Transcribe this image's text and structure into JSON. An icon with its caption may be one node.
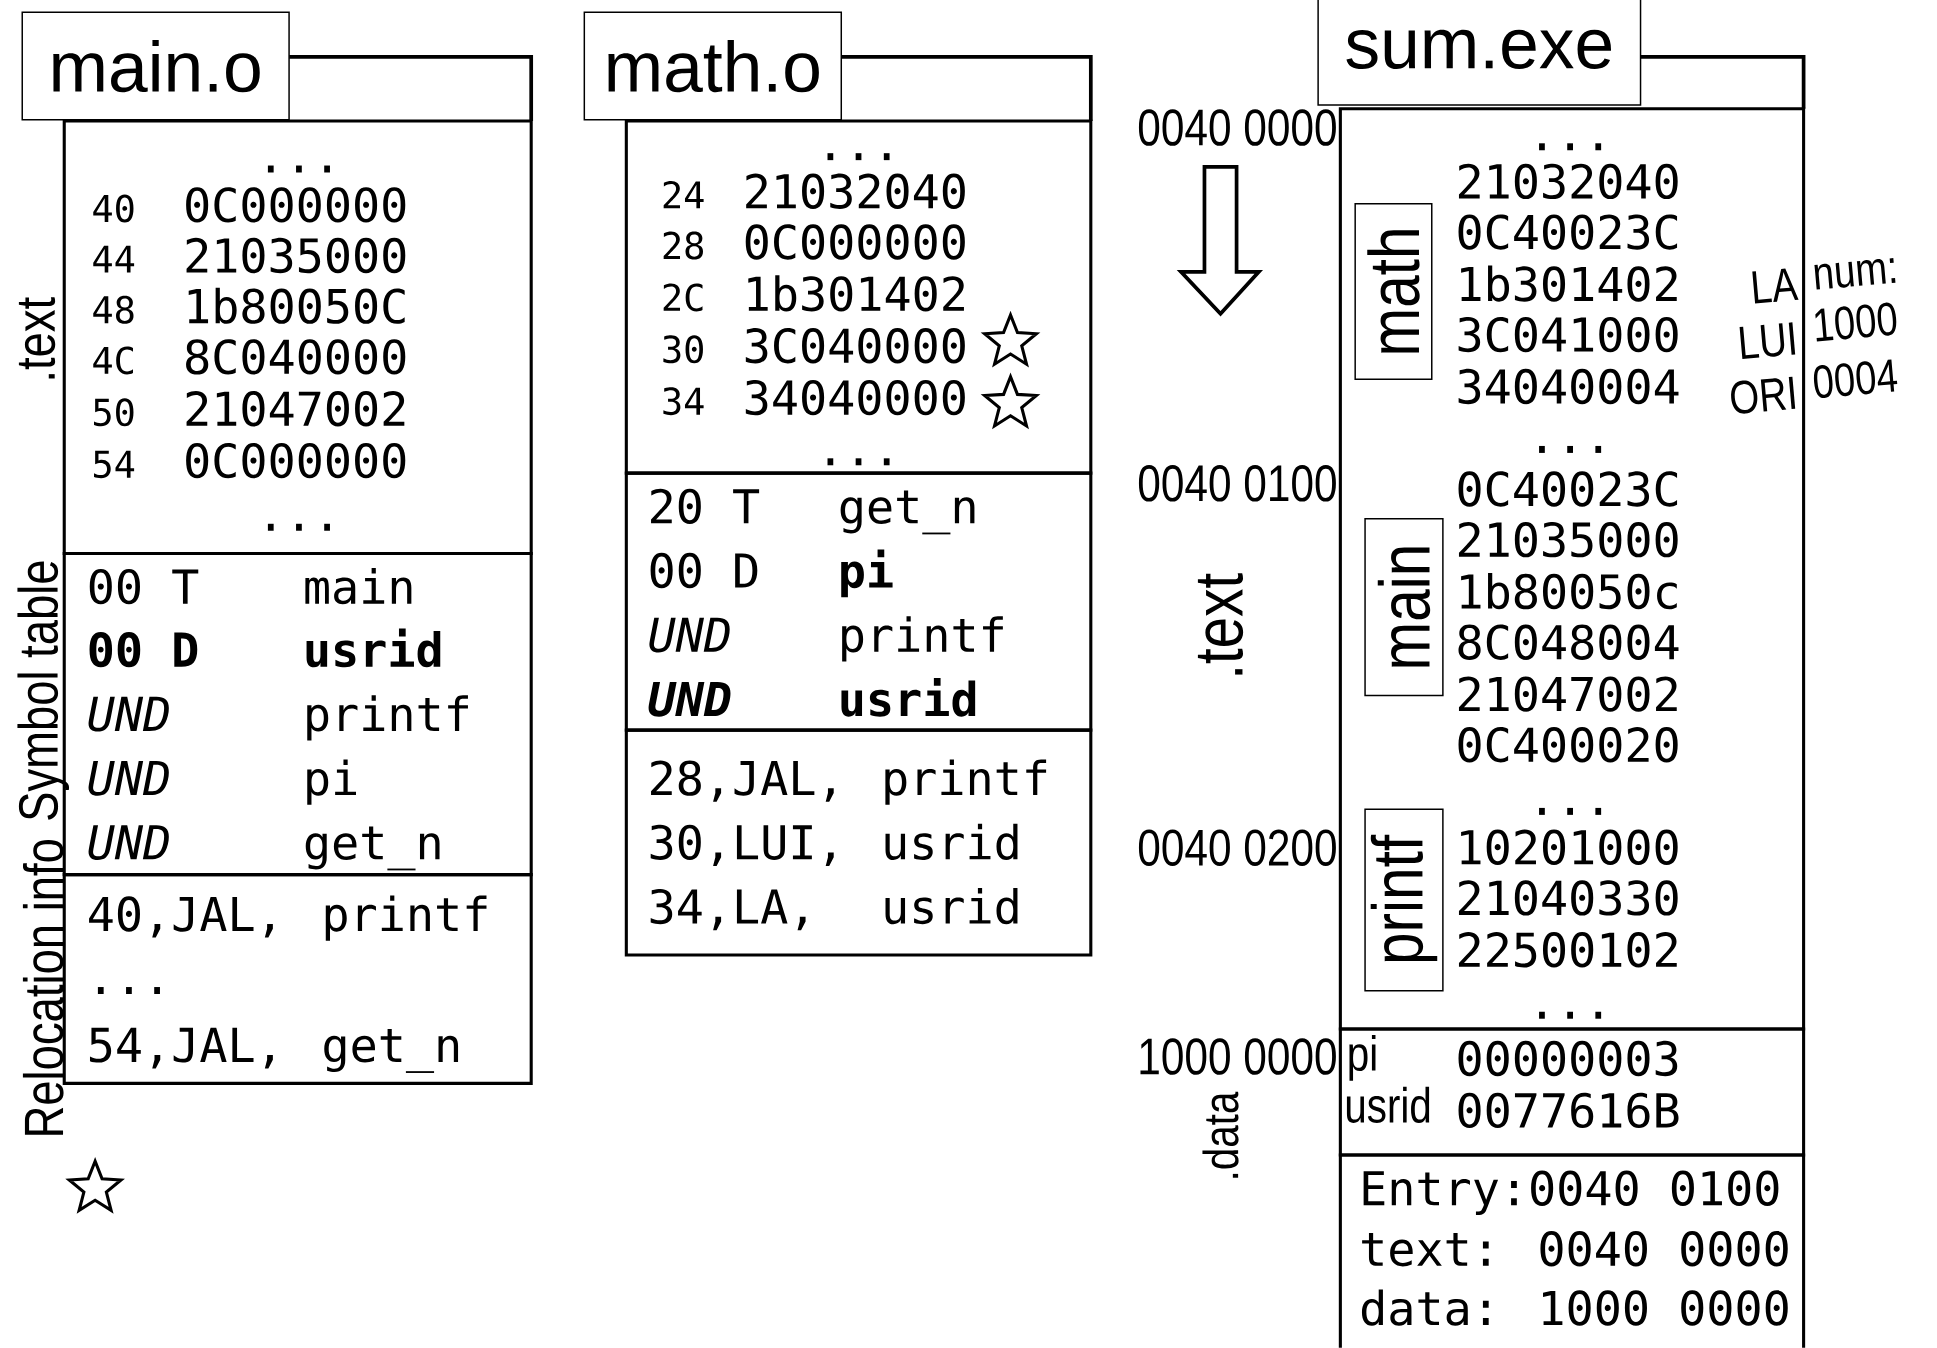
{
  "diagram": {
    "nodes": [
      {
        "text": [
          "main.o"
        ]
      },
      {
        "text": [
          "...",
          "40",
          "0C000000",
          "44",
          "21035000",
          "48",
          "1b80050C",
          "4C",
          "8C040000",
          "50",
          "21047002",
          "54",
          "0C000000",
          "..."
        ],
        "beside": [
          ".text"
        ]
      },
      {
        "text": [
          "00 T",
          "main",
          "00 D",
          "usrid",
          "*UND*",
          "printf",
          "*UND*",
          "pi",
          "*UND*",
          "get_n"
        ],
        "beside": [
          "Symbol table"
        ]
      },
      {
        "text": [
          "40,JAL,",
          "printf",
          "...",
          "54,JAL,",
          "get_n"
        ],
        "beside": [
          "Relocation info"
        ]
      },
      {
        "text": [
          "math.o"
        ]
      },
      {
        "text": [
          "...",
          "24",
          "21032040",
          "28",
          "0C000000",
          "2C",
          "1b301402",
          "30",
          "3C040000",
          "34",
          "34040000",
          "..."
        ]
      },
      {
        "text": [
          "20 T",
          "get_n",
          "00 D",
          "pi",
          "*UND*",
          "printf",
          "*UND*",
          "usrid"
        ]
      },
      {
        "text": [
          "28,JAL,",
          "printf",
          "30,LUI,",
          "usrid",
          "34,LA,",
          "usrid"
        ]
      },
      {
        "text": [
          "sum.exe"
        ]
      },
      {
        "text": [
          "...",
          "21032040",
          "0C40023C",
          "1b301402",
          "3C041000",
          "34040004",
          "...",
          "0C40023C",
          "21035000",
          "1b80050c",
          "8C048004",
          "21047002",
          "0C400020",
          "...",
          "10201000",
          "21040330",
          "22500102",
          "..."
        ]
      },
      {
        "text": [
          "math"
        ],
        "in": 9
      },
      {
        "text": [
          "main"
        ],
        "in": 9
      },
      {
        "text": [
          "printf"
        ],
        "in": 9
      },
      {
        "text": [
          "pi",
          "00000003",
          "usrid",
          "0077616B"
        ]
      },
      {
        "text": [
          "Entry:0040 0100",
          "text: 0040 0000",
          "data: 1000 0000"
        ]
      }
    ],
    "labels": [
      "0040 0000",
      "0040 0100",
      ".text",
      "0040 0200",
      "1000 0000",
      ".data",
      "LA",
      "num:",
      "LUI",
      "1000",
      "ORI",
      "0004"
    ]
  }
}
